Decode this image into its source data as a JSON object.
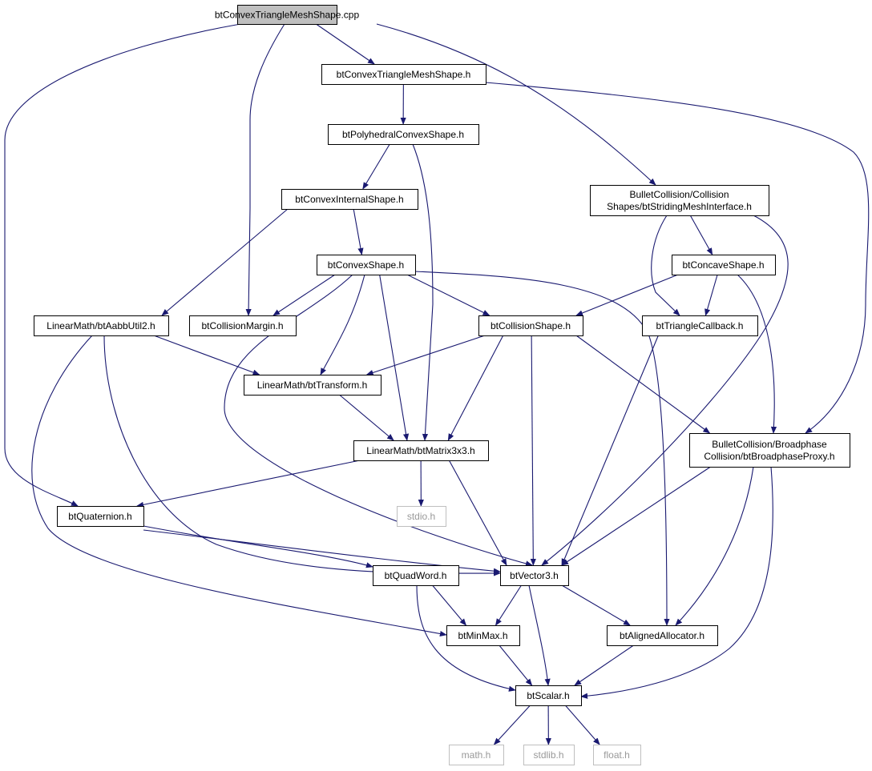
{
  "colors": {
    "edge": "#191970",
    "root_fill": "#bfbfbf",
    "node_fill": "#ffffff",
    "external_border": "#bfbfbf",
    "external_text": "#999999"
  },
  "nodes": [
    {
      "id": "root",
      "lines": [
        "btConvexTriangleMeshShape.cpp"
      ],
      "kind": "root"
    },
    {
      "id": "ctms",
      "lines": [
        "btConvexTriangleMeshShape.h"
      ],
      "kind": "file"
    },
    {
      "id": "phcs",
      "lines": [
        "btPolyhedralConvexShape.h"
      ],
      "kind": "file"
    },
    {
      "id": "cis",
      "lines": [
        "btConvexInternalShape.h"
      ],
      "kind": "file"
    },
    {
      "id": "smi",
      "lines": [
        "BulletCollision/Collision",
        "Shapes/btStridingMeshInterface.h"
      ],
      "kind": "file"
    },
    {
      "id": "cvs",
      "lines": [
        "btConvexShape.h"
      ],
      "kind": "file"
    },
    {
      "id": "ccs",
      "lines": [
        "btConcaveShape.h"
      ],
      "kind": "file"
    },
    {
      "id": "aabb",
      "lines": [
        "LinearMath/btAabbUtil2.h"
      ],
      "kind": "file"
    },
    {
      "id": "cm",
      "lines": [
        "btCollisionMargin.h"
      ],
      "kind": "file"
    },
    {
      "id": "cs",
      "lines": [
        "btCollisionShape.h"
      ],
      "kind": "file"
    },
    {
      "id": "tc",
      "lines": [
        "btTriangleCallback.h"
      ],
      "kind": "file"
    },
    {
      "id": "tr",
      "lines": [
        "LinearMath/btTransform.h"
      ],
      "kind": "file"
    },
    {
      "id": "bpp",
      "lines": [
        "BulletCollision/Broadphase",
        "Collision/btBroadphaseProxy.h"
      ],
      "kind": "file"
    },
    {
      "id": "m33",
      "lines": [
        "LinearMath/btMatrix3x3.h"
      ],
      "kind": "file"
    },
    {
      "id": "quat",
      "lines": [
        "btQuaternion.h"
      ],
      "kind": "file"
    },
    {
      "id": "stdio",
      "lines": [
        "stdio.h"
      ],
      "kind": "external"
    },
    {
      "id": "qw",
      "lines": [
        "btQuadWord.h"
      ],
      "kind": "file"
    },
    {
      "id": "v3",
      "lines": [
        "btVector3.h"
      ],
      "kind": "file"
    },
    {
      "id": "mm",
      "lines": [
        "btMinMax.h"
      ],
      "kind": "file"
    },
    {
      "id": "aa",
      "lines": [
        "btAlignedAllocator.h"
      ],
      "kind": "file"
    },
    {
      "id": "sc",
      "lines": [
        "btScalar.h"
      ],
      "kind": "file"
    },
    {
      "id": "math",
      "lines": [
        "math.h"
      ],
      "kind": "external"
    },
    {
      "id": "stdlib",
      "lines": [
        "stdlib.h"
      ],
      "kind": "external"
    },
    {
      "id": "float",
      "lines": [
        "float.h"
      ],
      "kind": "external"
    }
  ],
  "edges": [
    [
      "root",
      "ctms"
    ],
    [
      "root",
      "quat"
    ],
    [
      "root",
      "cm"
    ],
    [
      "root",
      "smi"
    ],
    [
      "ctms",
      "phcs"
    ],
    [
      "ctms",
      "bpp"
    ],
    [
      "phcs",
      "cis"
    ],
    [
      "phcs",
      "m33"
    ],
    [
      "cis",
      "aabb"
    ],
    [
      "cis",
      "cvs"
    ],
    [
      "smi",
      "ccs"
    ],
    [
      "smi",
      "tc"
    ],
    [
      "smi",
      "v3"
    ],
    [
      "cvs",
      "cm"
    ],
    [
      "cvs",
      "cs"
    ],
    [
      "cvs",
      "tr"
    ],
    [
      "cvs",
      "m33"
    ],
    [
      "cvs",
      "v3"
    ],
    [
      "cvs",
      "aa"
    ],
    [
      "ccs",
      "cs"
    ],
    [
      "ccs",
      "tc"
    ],
    [
      "ccs",
      "bpp"
    ],
    [
      "aabb",
      "tr"
    ],
    [
      "aabb",
      "v3"
    ],
    [
      "aabb",
      "mm"
    ],
    [
      "cs",
      "tr"
    ],
    [
      "cs",
      "m33"
    ],
    [
      "cs",
      "v3"
    ],
    [
      "cs",
      "bpp"
    ],
    [
      "tc",
      "v3"
    ],
    [
      "tr",
      "m33"
    ],
    [
      "bpp",
      "v3"
    ],
    [
      "bpp",
      "aa"
    ],
    [
      "bpp",
      "sc"
    ],
    [
      "m33",
      "quat"
    ],
    [
      "m33",
      "stdio"
    ],
    [
      "m33",
      "v3"
    ],
    [
      "quat",
      "qw"
    ],
    [
      "quat",
      "v3"
    ],
    [
      "qw",
      "mm"
    ],
    [
      "qw",
      "sc"
    ],
    [
      "v3",
      "mm"
    ],
    [
      "v3",
      "aa"
    ],
    [
      "v3",
      "sc"
    ],
    [
      "mm",
      "sc"
    ],
    [
      "aa",
      "sc"
    ],
    [
      "sc",
      "math"
    ],
    [
      "sc",
      "stdlib"
    ],
    [
      "sc",
      "float"
    ]
  ]
}
